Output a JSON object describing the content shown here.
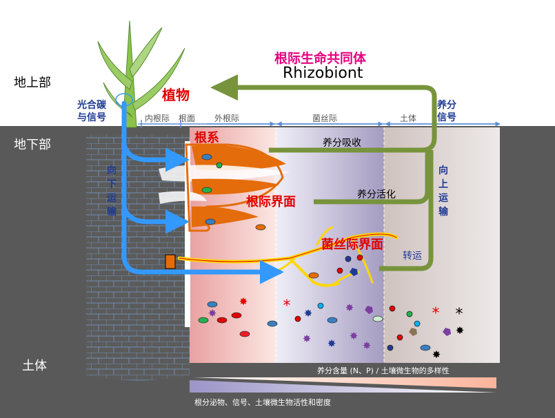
{
  "zones": {
    "above_ground": "地上部",
    "below_ground": "地下部",
    "soil": "土体"
  },
  "title": {
    "cn": "根际生命共同体",
    "en": "Rhizobiont"
  },
  "labels": {
    "plant": "植物",
    "root_system": "根系",
    "rhizosphere_interface": "根际界面",
    "hyphosphere_interface": "菌丝际界面",
    "photosynthate": "光合碳\n与信号",
    "nutrient_signal": "养分\n信号",
    "downward_transport": "向下运输",
    "upward_transport": "向上运输",
    "nutrient_uptake": "养分吸收",
    "nutrient_activation": "养分活化",
    "transfer": "转运"
  },
  "axis": {
    "endorhizosphere": "内根际",
    "rhizoplane": "根面",
    "ectorhizosphere": "外根际",
    "hyphosphere": "菌丝际",
    "bulk_soil": "土体"
  },
  "gradients": {
    "top": "养分含量 (N、P) / 土壤微生物的多样性",
    "bottom": "根分泌物、信号、土壤微生物活性和密度"
  },
  "colors": {
    "title": "#e6007e",
    "red_label": "#e00000",
    "blue_arrow": "#3399ff",
    "green_arrow": "#77933c",
    "root": "#e46c0a",
    "hypha": "#ffd700",
    "dark_text": "#1f3a93"
  }
}
